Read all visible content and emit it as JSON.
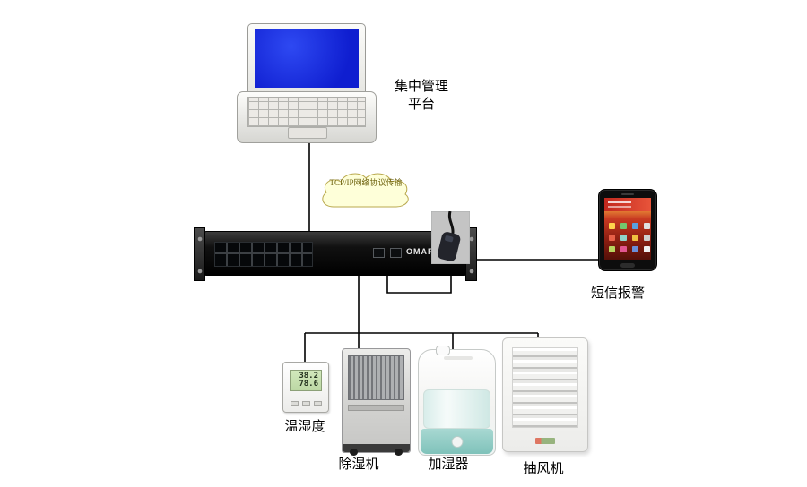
{
  "labels": {
    "platform_line1": "集中管理",
    "platform_line2": "平台",
    "cloud": "TCP/IP网络协议传输",
    "sms_alert": "短信报警",
    "temp_humidity": "温湿度",
    "dehumidifier": "除湿机",
    "humidifier": "加湿器",
    "exhaust_fan": "抽风机"
  },
  "switch": {
    "brand": "OMARA"
  },
  "sensor_lcd": {
    "line1": "38.2",
    "line2": "78.6"
  },
  "colors": {
    "laptop_screen": "#1322dd",
    "cloud_fill": "#feffd9",
    "connector_line": "#000000",
    "humidifier_accent": "#7fc2ba",
    "phone_screen": "#c83a22"
  }
}
